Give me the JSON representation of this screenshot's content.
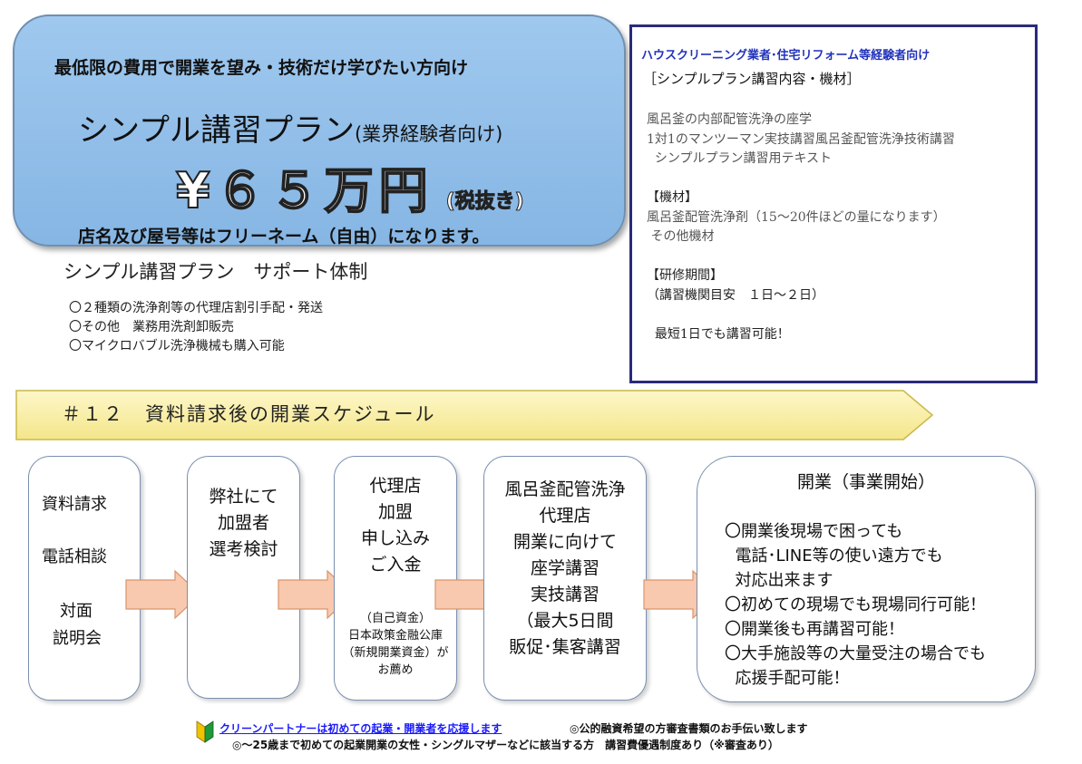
{
  "price_card": {
    "target": "最低限の費用で開業を望み・技術だけ学びたい方向け",
    "plan_name": "シンプル講習プラン",
    "plan_suffix": "(業界経験者向け)",
    "price": "¥６５万円",
    "price_tax": "(税抜き)",
    "note": "店名及び屋号等はフリーネーム（自由）になります。"
  },
  "support": {
    "title": "シンプル講習プラン　サポート体制",
    "items": [
      "〇２種類の洗浄剤等の代理店割引手配・発送",
      "〇その他　業務用洗剤卸販売",
      "〇マイクロバブル洗浄機械も購入可能"
    ]
  },
  "details": {
    "target": "ハウスクリーニング業者･住宅リフォーム等経験者向け",
    "heading": "［シンプルプラン講習内容・機材］",
    "lines": [
      "風呂釜の内部配管洗浄の座学",
      "1対1のマンツーマン実技講習風呂釜配管洗浄技術講習",
      "  シンプルプラン講習用テキスト",
      "",
      "【機材】",
      "風呂釜配管洗浄剤（15～20件ほどの量になります）",
      " その他機材",
      "",
      "【研修期間】",
      "（講習機関目安　１日～２日）",
      "",
      "  最短1日でも講習可能！"
    ]
  },
  "schedule": {
    "banner": "＃１２　資料請求後の開業スケジュール",
    "step1": [
      "資料請求",
      "電話相談",
      "対面",
      "説明会"
    ],
    "step2": [
      "弊社にて",
      "加盟者",
      "選考検討"
    ],
    "step3": [
      "代理店",
      "加盟",
      "申し込み",
      "ご入金"
    ],
    "step3_sub": [
      "（自己資金）",
      "日本政策金融公庫",
      "（新規開業資金）が",
      "お薦め"
    ],
    "step4": [
      "風呂釜配管洗浄",
      "代理店",
      "開業に向けて",
      "座学講習",
      "実技講習",
      "（最大5日間",
      "販促･集客講習"
    ],
    "step5_title": "開業（事業開始）",
    "step5": [
      "〇開業後現場で困っても",
      "  電話･LINE等の使い遠方でも",
      "  対応出来ます",
      "〇初めての現場でも現場同行可能！",
      "〇開業後も再講習可能！",
      "〇大手施設等の大量受注の場合でも",
      "  応援手配可能！"
    ]
  },
  "footer": {
    "link": "クリーンパートナーは初めての起業・開業者を応援します",
    "note1": "◎公的融資希望の方審査書類のお手伝い致します",
    "note2": "◎～25歳まで初めての起業開業の女性・シングルマザーなどに該当する方　講習費優遇制度あり（※審査あり）"
  },
  "colors": {
    "card_blue": "#9fc8ee",
    "banner_yellow": "#fbf3b4",
    "arrow_peach": "#f8c9ae",
    "link_blue": "#1a1aff",
    "panel_border": "#2a2a7a"
  }
}
